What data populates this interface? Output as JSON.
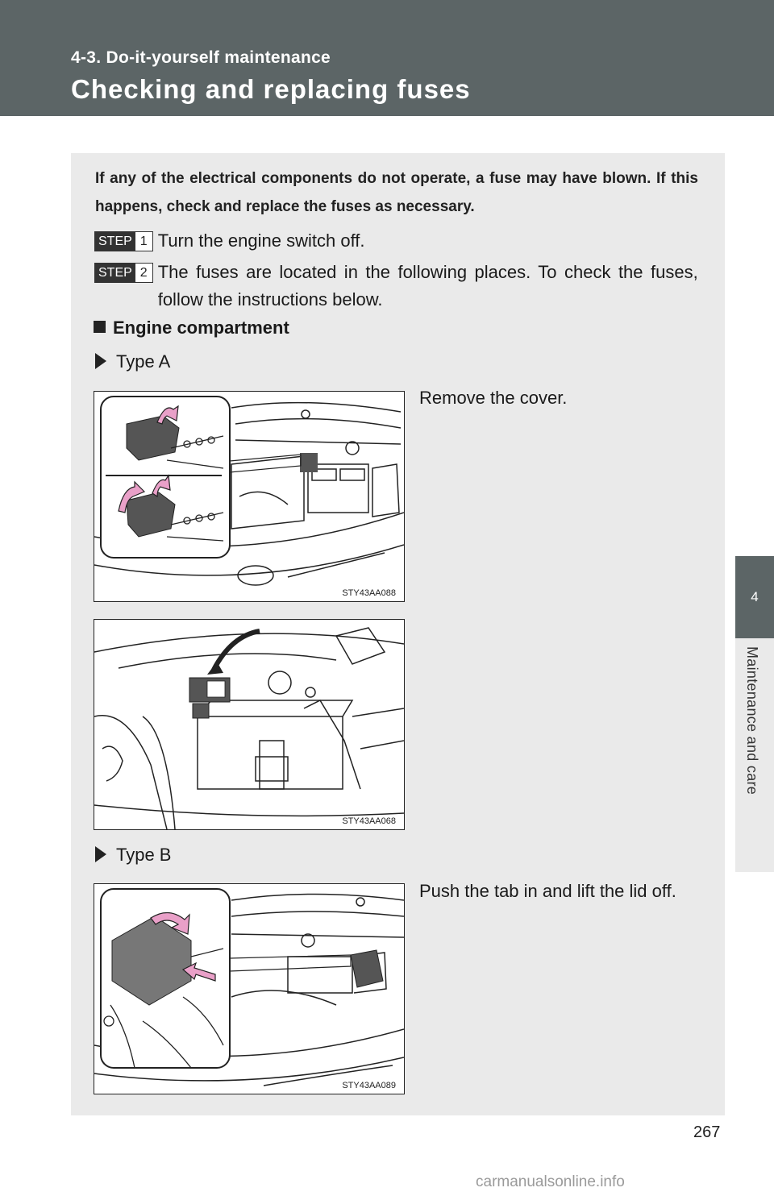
{
  "header": {
    "section": "4-3. Do-it-yourself maintenance",
    "title": "Checking and replacing fuses"
  },
  "side_tab": {
    "chapter_number": "4",
    "chapter_title": "Maintenance and care"
  },
  "intro": "If any of the electrical components do not operate, a fuse may have blown. If this happens, check and replace the fuses as necessary.",
  "steps": [
    {
      "badge": "STEP",
      "number": "1",
      "text": "Turn the engine switch off."
    },
    {
      "badge": "STEP",
      "number": "2",
      "text": "The fuses are located in the following places. To check the fuses, follow the instructions below."
    }
  ],
  "subheading": "Engine compartment",
  "type_a": {
    "label": "Type A",
    "caption": "Remove the cover.",
    "figure_1_code": "STY43AA088",
    "figure_2_code": "STY43AA068"
  },
  "type_b": {
    "label": "Type B",
    "caption": "Push the tab in and lift the lid off.",
    "figure_code": "STY43AA089"
  },
  "page_number": "267",
  "watermark": "carmanualsonline.info",
  "colors": {
    "header": "#5c6566",
    "panel": "#eaeaea",
    "arrow": "#e9a0c8"
  }
}
